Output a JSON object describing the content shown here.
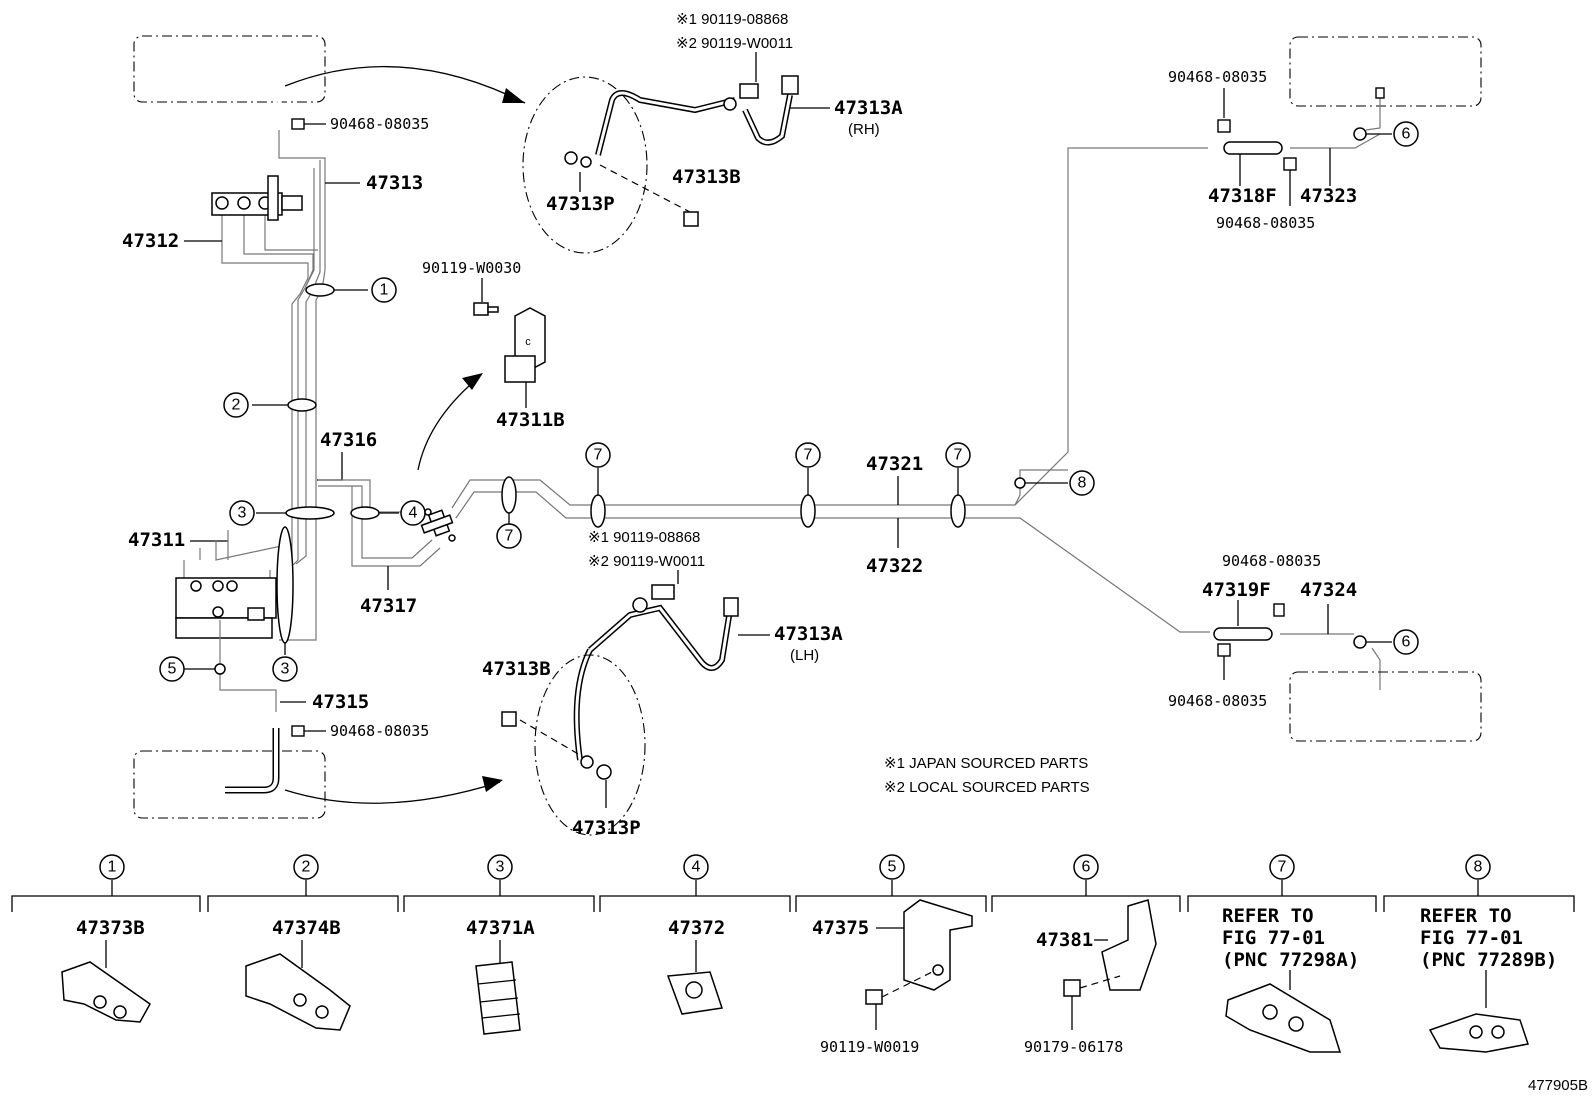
{
  "parts": {
    "p47313": "47313",
    "p47312": "47312",
    "p47316": "47316",
    "p47311": "47311",
    "p47317": "47317",
    "p47315": "47315",
    "p90468_tl": "90468-08035",
    "p90468_bl": "90468-08035",
    "p47313A_rh": "47313A",
    "rh": "(RH)",
    "p47313B_top": "47313B",
    "p47313P_top": "47313P",
    "p47313A_lh": "47313A",
    "lh": "(LH)",
    "p47313B_bot": "47313B",
    "p47313P_bot": "47313P",
    "p90119_W0030": "90119-W0030",
    "p47311B": "47311B",
    "p47321": "47321",
    "p47322": "47322",
    "p90468_tr1": "90468-08035",
    "p90468_tr2": "90468-08035",
    "p47318F": "47318F",
    "p47323": "47323",
    "p90468_br1": "90468-08035",
    "p90468_br2": "90468-08035",
    "p47319F": "47319F",
    "p47324": "47324"
  },
  "notes": {
    "top_n1": "※1 90119-08868",
    "top_n2": "※2 90119-W0011",
    "mid_n1": "※1 90119-08868",
    "mid_n2": "※2 90119-W0011",
    "legend1": "※1 JAPAN SOURCED PARTS",
    "legend2": "※2 LOCAL SOURCED PARTS"
  },
  "callouts": {
    "c1": "1",
    "c2": "2",
    "c3a": "3",
    "c3b": "3",
    "c4": "4",
    "c5": "5",
    "c6a": "6",
    "c6b": "6",
    "c7a": "7",
    "c7b": "7",
    "c7c": "7",
    "c7d": "7",
    "c8": "8"
  },
  "bottom_panels": [
    {
      "num": "1",
      "part": "47373B"
    },
    {
      "num": "2",
      "part": "47374B"
    },
    {
      "num": "3",
      "part": "47371A"
    },
    {
      "num": "4",
      "part": "47372"
    },
    {
      "num": "5",
      "part": "47375",
      "sub": "90119-W0019"
    },
    {
      "num": "6",
      "part": "47381",
      "sub": "90179-06178"
    },
    {
      "num": "7",
      "ref1": "REFER TO",
      "ref2": "FIG 77-01",
      "ref3": "(PNC 77298A)"
    },
    {
      "num": "8",
      "ref1": "REFER TO",
      "ref2": "FIG 77-01",
      "ref3": "(PNC 77289B)"
    }
  ],
  "figure_id": "477905B"
}
